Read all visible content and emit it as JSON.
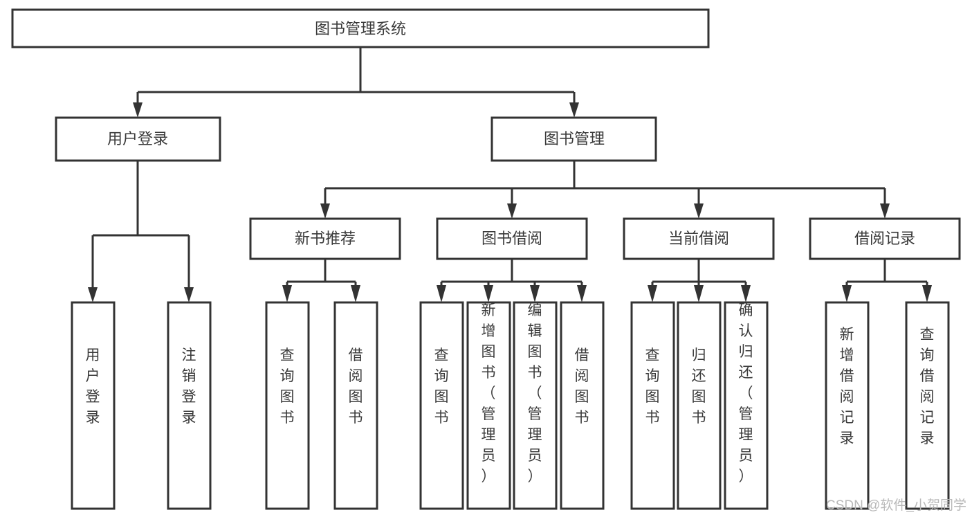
{
  "diagram": {
    "title": "图书管理系统",
    "type": "tree",
    "orientation": "top-down",
    "colors": {
      "box_fill": "#ffffff",
      "box_stroke": "#333333",
      "text": "#3a3a3a",
      "watermark": "#b9b9b9",
      "background": "#ffffff"
    },
    "root": {
      "label": "图书管理系统"
    },
    "level2": [
      {
        "label": "用户登录"
      },
      {
        "label": "图书管理"
      }
    ],
    "level3": [
      {
        "label": "新书推荐"
      },
      {
        "label": "图书借阅"
      },
      {
        "label": "当前借阅"
      },
      {
        "label": "借阅记录"
      }
    ],
    "leaves": {
      "user_login": [
        {
          "label": "用户登录"
        },
        {
          "label": "注销登录"
        }
      ],
      "new_book_recommend": [
        {
          "label": "查询图书"
        },
        {
          "label": "借阅图书"
        }
      ],
      "book_borrow": [
        {
          "label": "查询图书"
        },
        {
          "label": "新增图书（管理员）"
        },
        {
          "label": "编辑图书（管理员）"
        },
        {
          "label": "借阅图书"
        }
      ],
      "current_borrow": [
        {
          "label": "查询图书"
        },
        {
          "label": "归还图书"
        },
        {
          "label": "确认归还（管理员）"
        }
      ],
      "borrow_record": [
        {
          "label": "新增借阅记录"
        },
        {
          "label": "查询借阅记录"
        }
      ]
    }
  },
  "watermark": {
    "text": "CSDN @软件_小贺同学"
  }
}
